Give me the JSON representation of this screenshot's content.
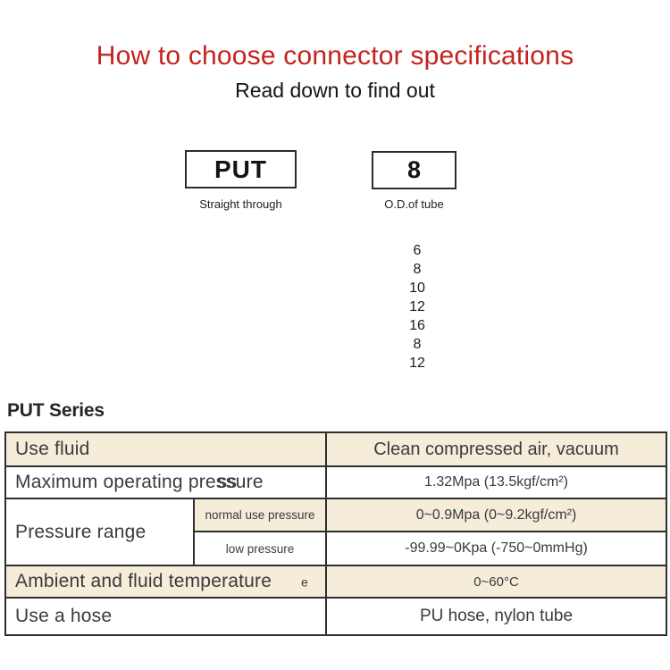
{
  "colors": {
    "title_red": "#c4241f",
    "row_beige": "#f5ecda",
    "border_dark": "#2f2f2f",
    "text_dark": "#3b3b3b"
  },
  "header": {
    "title": "How to choose connector specifications",
    "subtitle": "Read down to find out"
  },
  "selector": {
    "series_code": "PUT",
    "series_caption": "Straight through",
    "size_code": "8",
    "size_caption": "O.D.of tube",
    "size_options": [
      "6",
      "8",
      "10",
      "12",
      "16",
      "8",
      "12"
    ]
  },
  "series_heading": "PUT Series",
  "spec_table": {
    "use_fluid_label": "Use fluid",
    "use_fluid_value": "Clean compressed air, vacuum",
    "max_pressure_label_parts": {
      "pre": "Maximum operating pre",
      "double_s": "ss",
      "post": "ure"
    },
    "max_pressure_value": "1.32Mpa (13.5kgf/cm²)",
    "pressure_range_label": "Pressure range",
    "normal_pressure_label": "normal use pressure",
    "normal_pressure_value": "0~0.9Mpa (0~9.2kgf/cm²)",
    "low_pressure_label": "low pressure",
    "low_pressure_value": "-99.99~0Kpa (-750~0mmHg)",
    "temperature_label": "Ambient and fluid temperature",
    "temperature_value": "0~60°C",
    "hose_label": "Use a hose",
    "hose_value": "PU hose, nylon tube"
  },
  "artifacts": {
    "temperature_stray_e": "e"
  }
}
